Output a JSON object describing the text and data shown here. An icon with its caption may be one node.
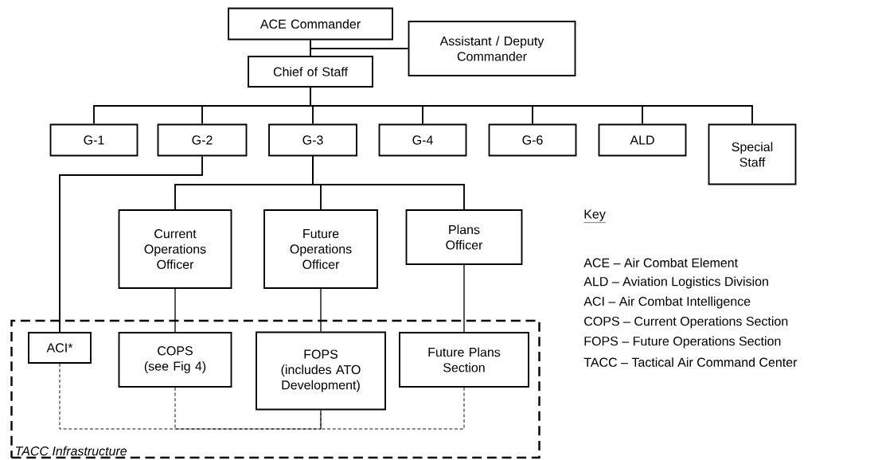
{
  "diagram": {
    "nodes": [
      {
        "text": [
          "ACE Commander"
        ]
      },
      {
        "text": [
          "Assistant / Deputy Commander"
        ]
      },
      {
        "text": [
          "Chief of Staff"
        ]
      },
      {
        "text": [
          "G-1"
        ]
      },
      {
        "text": [
          "G-2"
        ]
      },
      {
        "text": [
          "G-3"
        ]
      },
      {
        "text": [
          "G-4"
        ]
      },
      {
        "text": [
          "G-6"
        ]
      },
      {
        "text": [
          "ALD"
        ]
      },
      {
        "text": [
          "Special Staff"
        ]
      },
      {
        "text": [
          "Current Operations Officer"
        ]
      },
      {
        "text": [
          "Future Operations Officer"
        ]
      },
      {
        "text": [
          "Plans Officer"
        ]
      },
      {
        "text": [
          "TACC Infrastructure"
        ]
      },
      {
        "text": [
          "ACI*"
        ],
        "in": 13
      },
      {
        "text": [
          "COPS",
          "(see Fig 4)"
        ],
        "in": 13
      },
      {
        "text": [
          "FOPS",
          "(includes ATO Development)"
        ],
        "in": 13
      },
      {
        "text": [
          "Future Plans Section"
        ],
        "in": 13
      }
    ],
    "edges": [
      {
        "from": 0,
        "to": 2,
        "arrow": "none"
      },
      {
        "from": 0,
        "to": 1,
        "arrow": "none"
      },
      {
        "from": 2,
        "to": 3,
        "arrow": "none"
      },
      {
        "from": 2,
        "to": 4,
        "arrow": "none"
      },
      {
        "from": 2,
        "to": 5,
        "arrow": "none"
      },
      {
        "from": 2,
        "to": 6,
        "arrow": "none"
      },
      {
        "from": 2,
        "to": 7,
        "arrow": "none"
      },
      {
        "from": 2,
        "to": 8,
        "arrow": "none"
      },
      {
        "from": 2,
        "to": 9,
        "arrow": "none"
      },
      {
        "from": 5,
        "to": 10,
        "arrow": "none"
      },
      {
        "from": 5,
        "to": 11,
        "arrow": "none"
      },
      {
        "from": 5,
        "to": 12,
        "arrow": "none"
      },
      {
        "from": 4,
        "to": 14,
        "arrow": "none"
      },
      {
        "from": 10,
        "to": 15,
        "arrow": "none"
      },
      {
        "from": 11,
        "to": 16,
        "arrow": "none"
      },
      {
        "from": 12,
        "to": 17,
        "arrow": "none"
      },
      {
        "from": 14,
        "to": 16,
        "arrow": "none",
        "style": "dashed"
      },
      {
        "from": 15,
        "to": 16,
        "arrow": "none",
        "style": "dashed"
      },
      {
        "from": 17,
        "to": 16,
        "arrow": "none",
        "style": "dashed"
      }
    ],
    "labels": [
      "Key",
      "ACE – Air Combat Element",
      "ALD – Aviation Logistics Division",
      "ACI – Air Combat Intelligence",
      "COPS – Current Operations Section",
      "FOPS – Future Operations Section",
      "TACC – Tactical Air Command Center"
    ]
  }
}
